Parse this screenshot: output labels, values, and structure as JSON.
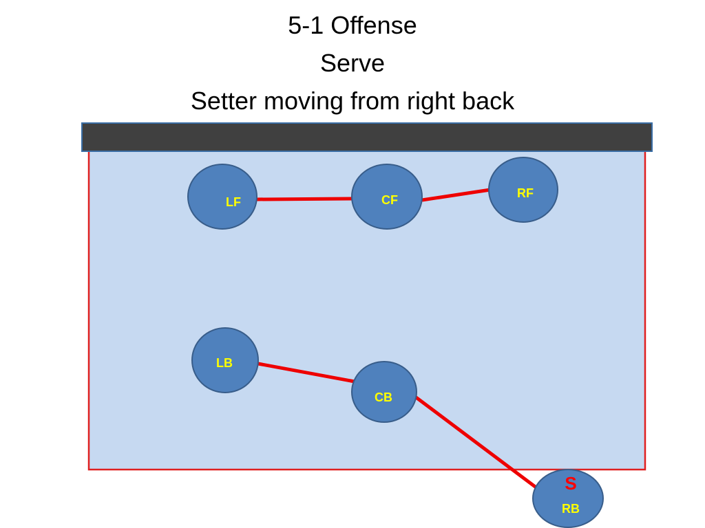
{
  "title": {
    "line1": "5-1 Offense",
    "line2": "Serve",
    "line3": "Setter moving from right back"
  },
  "colors": {
    "court_fill": "#c6d9f1",
    "court_border": "#e02020",
    "net": "#404040",
    "net_border": "#3a6ea5",
    "player_fill": "#4f81bd",
    "player_border": "#385d8a",
    "player_label": "#ffff00",
    "connector": "#ee0000",
    "setter_label": "#ff0000"
  },
  "players": [
    {
      "id": "lf",
      "label": "LF"
    },
    {
      "id": "cf",
      "label": "CF"
    },
    {
      "id": "rf",
      "label": "RF"
    },
    {
      "id": "lb",
      "label": "LB"
    },
    {
      "id": "cb",
      "label": "CB"
    },
    {
      "id": "rb",
      "label": "RB",
      "setter_mark": "S"
    }
  ],
  "connections": [
    [
      "lf",
      "cf"
    ],
    [
      "cf",
      "rf"
    ],
    [
      "lb",
      "cb"
    ],
    [
      "cb",
      "rb"
    ]
  ]
}
